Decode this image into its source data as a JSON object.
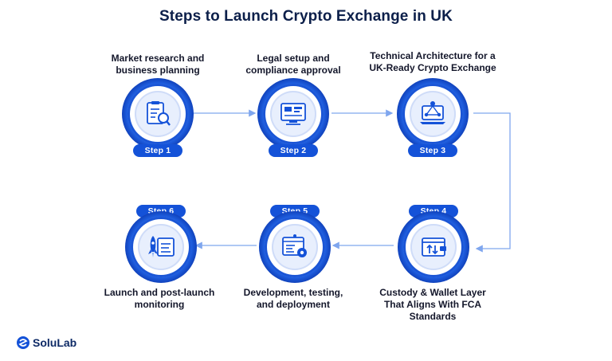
{
  "title": "Steps to Launch Crypto Exchange in UK",
  "steps": [
    {
      "badge": "Step 1",
      "label_line1": "Market research and",
      "label_line2": "business planning",
      "label_line3": "",
      "icon": "checklist-magnifier-icon"
    },
    {
      "badge": "Step 2",
      "label_line1": "Legal setup and",
      "label_line2": "compliance approval",
      "label_line3": "",
      "icon": "dashboard-monitor-icon"
    },
    {
      "badge": "Step 3",
      "label_line1": "Technical Architecture for a",
      "label_line2": "UK-Ready Crypto Exchange",
      "label_line3": "",
      "icon": "network-laptop-icon"
    },
    {
      "badge": "Step 4",
      "label_line1": "Custody & Wallet Layer",
      "label_line2": "That Aligns With FCA",
      "label_line3": "Standards",
      "icon": "wallet-transfer-icon"
    },
    {
      "badge": "Step 5",
      "label_line1": "Development, testing,",
      "label_line2": "and deployment",
      "label_line3": "",
      "icon": "code-window-gear-icon"
    },
    {
      "badge": "Step 6",
      "label_line1": "Launch and post-launch",
      "label_line2": "monitoring",
      "label_line3": "",
      "icon": "rocket-screen-icon"
    }
  ],
  "logo": {
    "text": "SoluLab"
  },
  "colors": {
    "accent": "#1452d8",
    "connector": "#7fa6ee",
    "title": "#0c1f4a"
  }
}
